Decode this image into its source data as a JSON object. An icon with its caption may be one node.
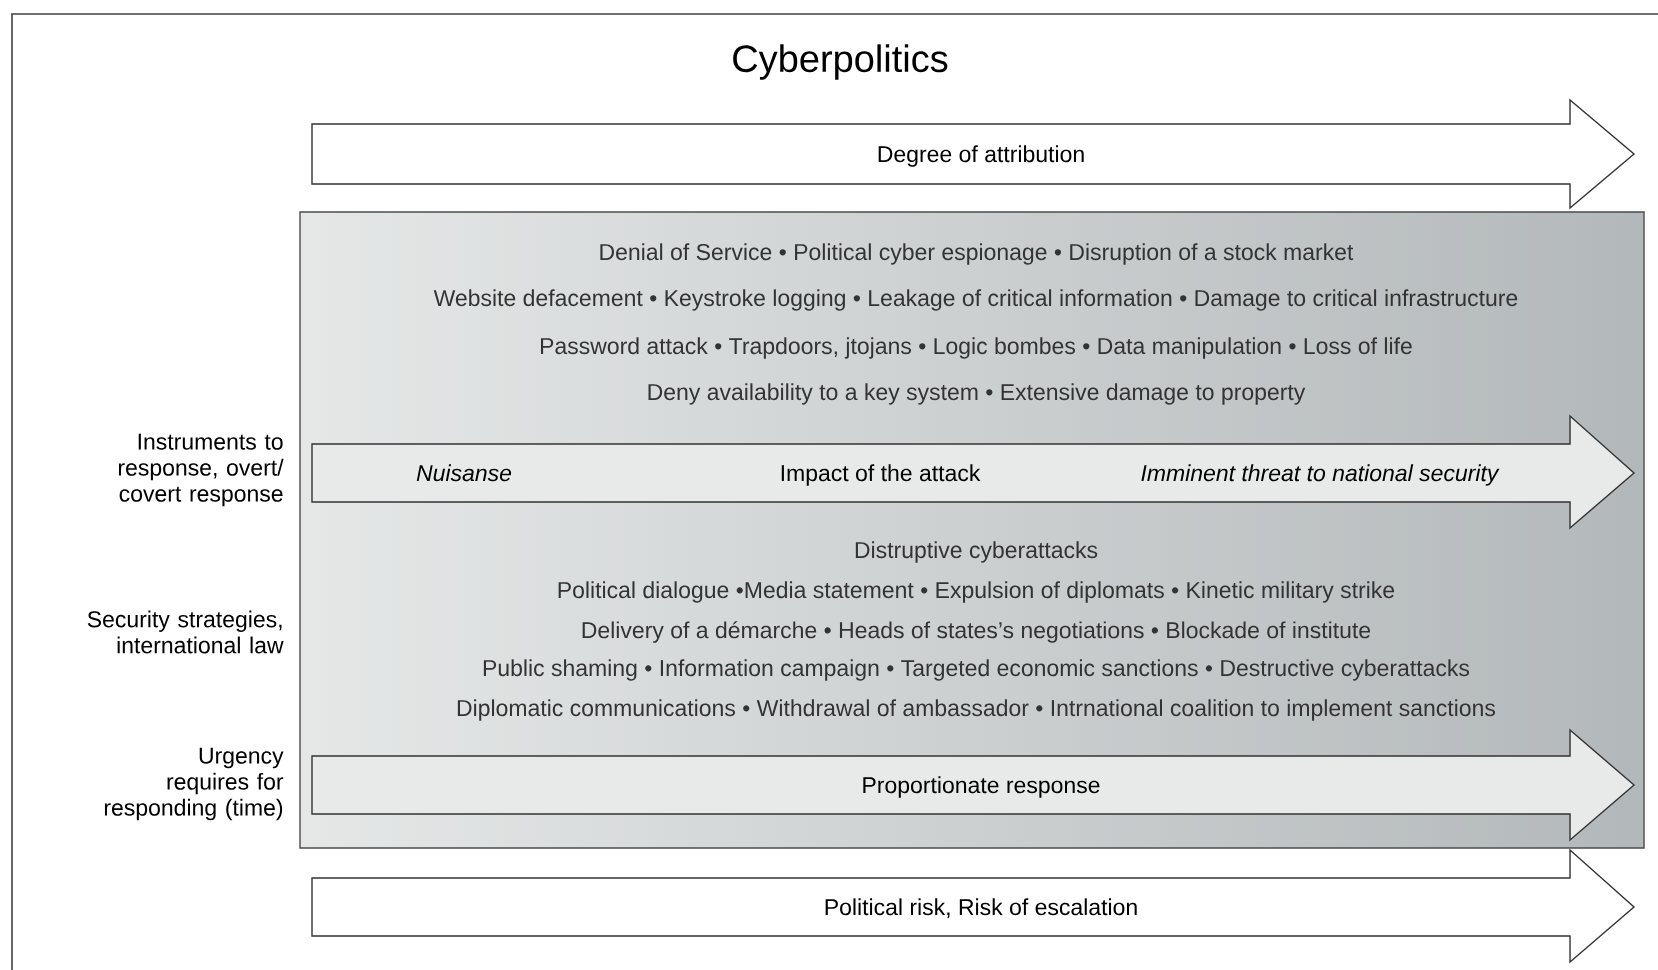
{
  "diagram": {
    "title": "Cyberpolitics",
    "nodes": [
      {
        "text": [
          "Degree of attribution"
        ]
      },
      {
        "text": [
          "Denial of Service • Political cyber espionage • Disruption of a stock market",
          "Website defacement • Keystroke logging • Leakage of critical information • Damage to critical infrastructure",
          "Password attack • Trapdoors, jtojans • Logic bombes • Data manipulation • Loss of life",
          "Deny availability to a key system • Extensive damage to property",
          "Distruptive cyberattacks",
          "Political dialogue •Media statement • Expulsion of diplomats • Kinetic military strike",
          "Delivery of a démarche • Heads of states’s negotiations • Blockade of institute",
          "Public shaming • Information campaign • Targeted economic sanctions • Destructive cyberattacks",
          "Diplomatic communications • Withdrawal of ambassador • Intrnational coalition to implement sanctions"
        ]
      },
      {
        "text": [
          "*Nuisanse*",
          "Impact of the attack",
          "*Imminent threat to national security*"
        ],
        "in": 1
      },
      {
        "text": [
          "Proportionate response"
        ],
        "in": 1
      },
      {
        "text": [
          "Political risk, Risk of escalation"
        ]
      }
    ],
    "labels": [
      "Instruments to response, overt/ covert response",
      "Security strategies, international law",
      "Urgency requires for responding (time)"
    ]
  }
}
